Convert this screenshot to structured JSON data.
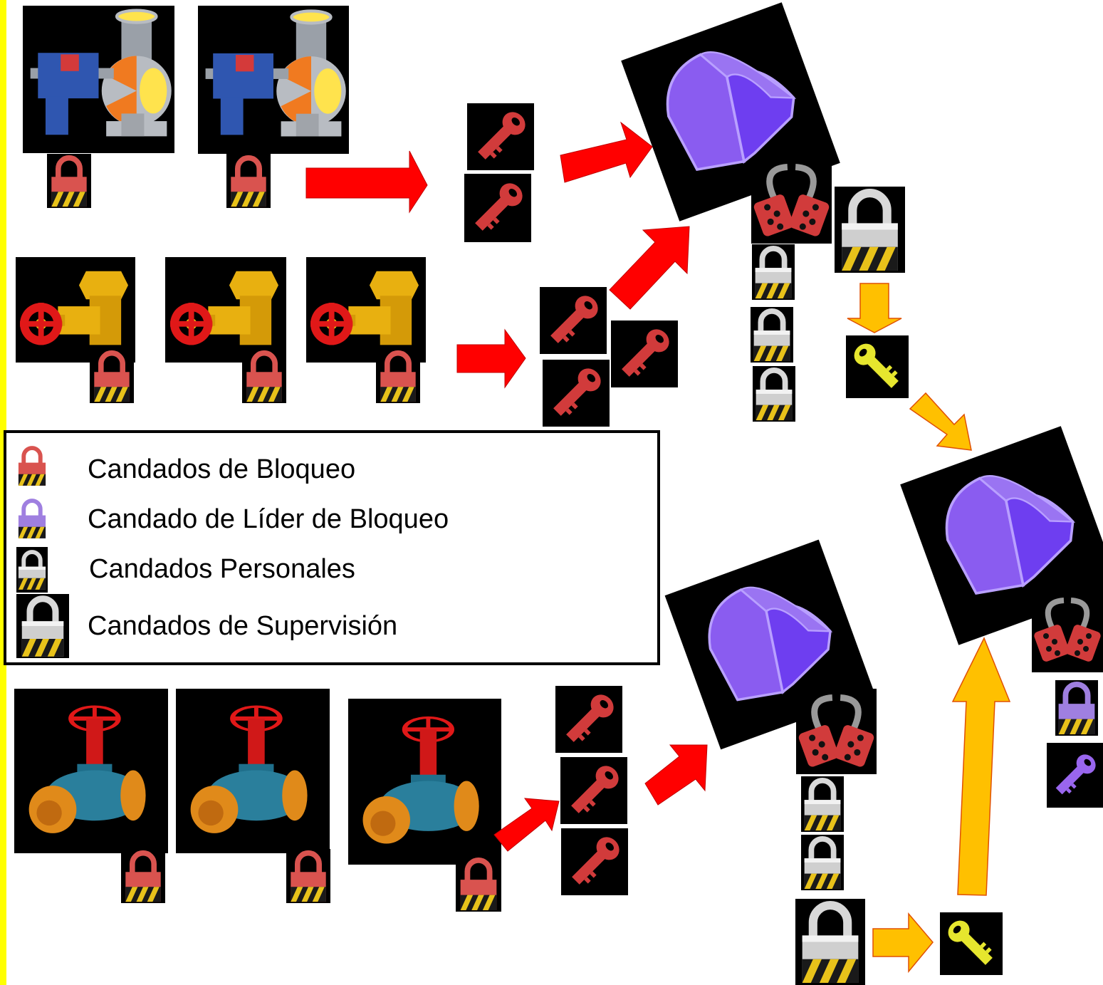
{
  "colors": {
    "lockout_lock": "#d9534f",
    "lead_lock": "#9f7fe0",
    "personal_lock": "#c8c8c8",
    "supervisor_lock": "#d0d0d0",
    "red_arrow": "#ff0000",
    "orange_arrow": "#ffc000",
    "red_key": "#d13b3b",
    "yellow_key": "#e6e62e",
    "purple_key": "#9966ee",
    "lockbox": "#7a4fe0",
    "side_bar": "#ffff00"
  },
  "legend": {
    "items": [
      {
        "label": "Candados de Bloqueo",
        "icon": "lockout-lock-icon"
      },
      {
        "label": "Candado de Líder de Bloqueo",
        "icon": "lead-lock-icon"
      },
      {
        "label": "Candados Personales",
        "icon": "personal-lock-icon"
      },
      {
        "label": "Candados de Supervisión",
        "icon": "supervisor-lock-icon"
      }
    ]
  },
  "equipment": {
    "pumps": 2,
    "gate_valves": 3,
    "globe_valves": 3
  }
}
